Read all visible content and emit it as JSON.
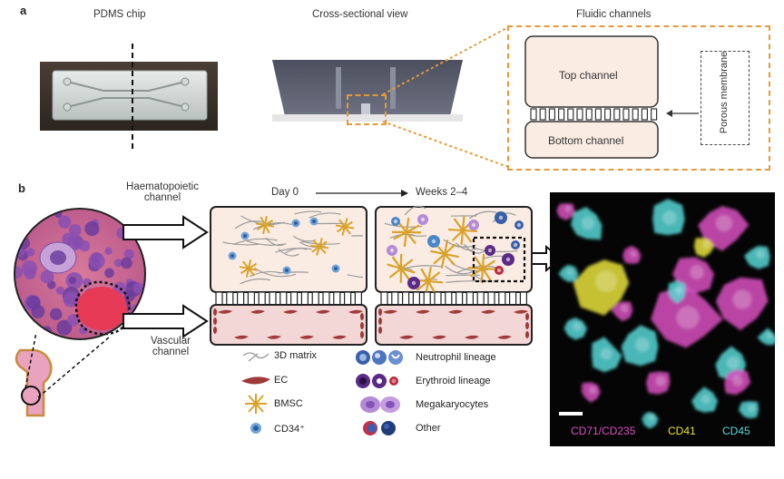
{
  "panel_a": {
    "letter": "a",
    "titles": {
      "chip": "PDMS chip",
      "cross": "Cross-sectional view",
      "channels": "Fluidic channels"
    },
    "top_channel": "Top channel",
    "bottom_channel": "Bottom channel",
    "membrane": "Porous membrane"
  },
  "panel_b": {
    "letter": "b",
    "haem_label": "Haematopoietic channel",
    "vasc_label": "Vascular channel",
    "timeline": {
      "start": "Day 0",
      "end": "Weeks 2–4"
    },
    "legend": [
      {
        "label": "3D matrix"
      },
      {
        "label": "EC"
      },
      {
        "label": "BMSC"
      },
      {
        "label": "CD34⁺"
      },
      {
        "label": "Neutrophil lineage"
      },
      {
        "label": "Erythroid lineage"
      },
      {
        "label": "Megakaryocytes"
      },
      {
        "label": "Other"
      }
    ],
    "stains": [
      {
        "label": "CD71/CD235",
        "color": "#d94fc0"
      },
      {
        "label": "CD41",
        "color": "#e8e23a"
      },
      {
        "label": "CD45",
        "color": "#56d6d6"
      }
    ]
  },
  "colors": {
    "orange_dashed": "#e39a3a",
    "channel_fill": "#fbece3",
    "bmsc": "#d9a22a",
    "ec": "#a03a3a",
    "cd34": "#4a86c5",
    "neutrophil": "#3a5fa8",
    "erythroid": "#5a2a86",
    "megakaryocyte": "#b58ad6"
  }
}
